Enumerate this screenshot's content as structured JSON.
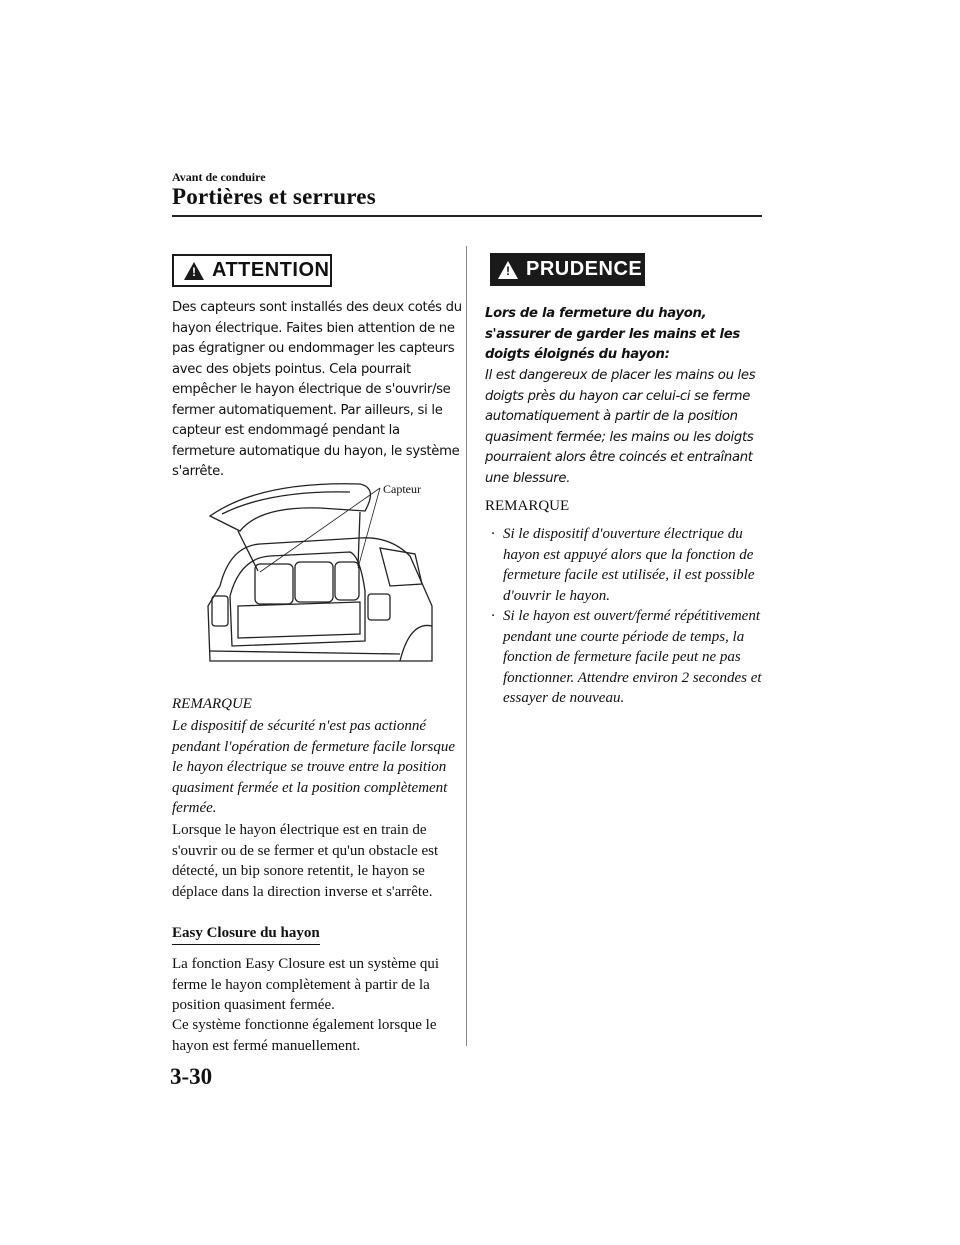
{
  "header": {
    "section_small": "Avant de conduire",
    "section_title": "Portières et serrures"
  },
  "left_column": {
    "attention_label": "ATTENTION",
    "attention_text": "Des capteurs sont installés des deux cotés du hayon électrique. Faites bien attention de ne pas égratigner ou endommager les capteurs avec des objets pointus. Cela pourrait empêcher le hayon électrique de s'ouvrir/se fermer automatiquement. Par ailleurs, si le capteur est endommagé pendant la fermeture automatique du hayon, le système s'arrête.",
    "figure_label": "Capteur",
    "note_label": "REMARQUE",
    "note_text": "Le dispositif de sécurité n'est pas actionné pendant l'opération de fermeture facile lorsque le hayon électrique se trouve entre la position quasiment fermée et la position complètement fermée.",
    "body_text": "Lorsque le hayon électrique est en train de s'ouvrir ou de se fermer et qu'un obstacle est détecté, un bip sonore retentit, le hayon se déplace dans la direction inverse et s'arrête.",
    "subheading": "Easy Closure du hayon",
    "closure_text_1": "La fonction Easy Closure est un système qui ferme le hayon complètement à partir de la position quasiment fermée.",
    "closure_text_2": "Ce système fonctionne également lorsque le hayon est fermé manuellement."
  },
  "right_column": {
    "prudence_label": "PRUDENCE",
    "prudence_bold": "Lors de la fermeture du hayon, s'assurer de garder les mains et les doigts éloignés du hayon:",
    "prudence_text": "Il est dangereux de placer les mains ou les doigts près du hayon car celui-ci se ferme automatiquement à partir de la position quasiment fermée; les mains ou les doigts pourraient alors être coincés et entraînant une blessure.",
    "note_label": "REMARQUE",
    "notes": [
      "Si le dispositif d'ouverture électrique du hayon est appuyé alors que la fonction de fermeture facile est utilisée, il est possible d'ouvrir le hayon.",
      "Si le hayon est ouvert/fermé répétitivement pendant une courte période de temps, la fonction de fermeture facile peut ne pas fonctionner. Attendre environ 2 secondes et essayer de nouveau."
    ]
  },
  "footer": {
    "page_number": "3-30"
  }
}
